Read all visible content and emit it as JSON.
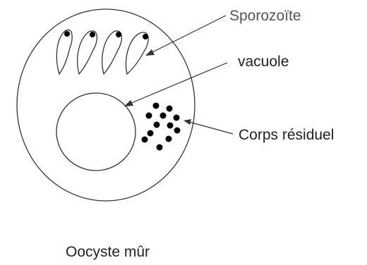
{
  "labels": {
    "sporozoite": "Sporozoïte",
    "vacuole": "vacuole",
    "residual_body": "Corps résiduel",
    "caption": "Oocyste mûr"
  }
}
